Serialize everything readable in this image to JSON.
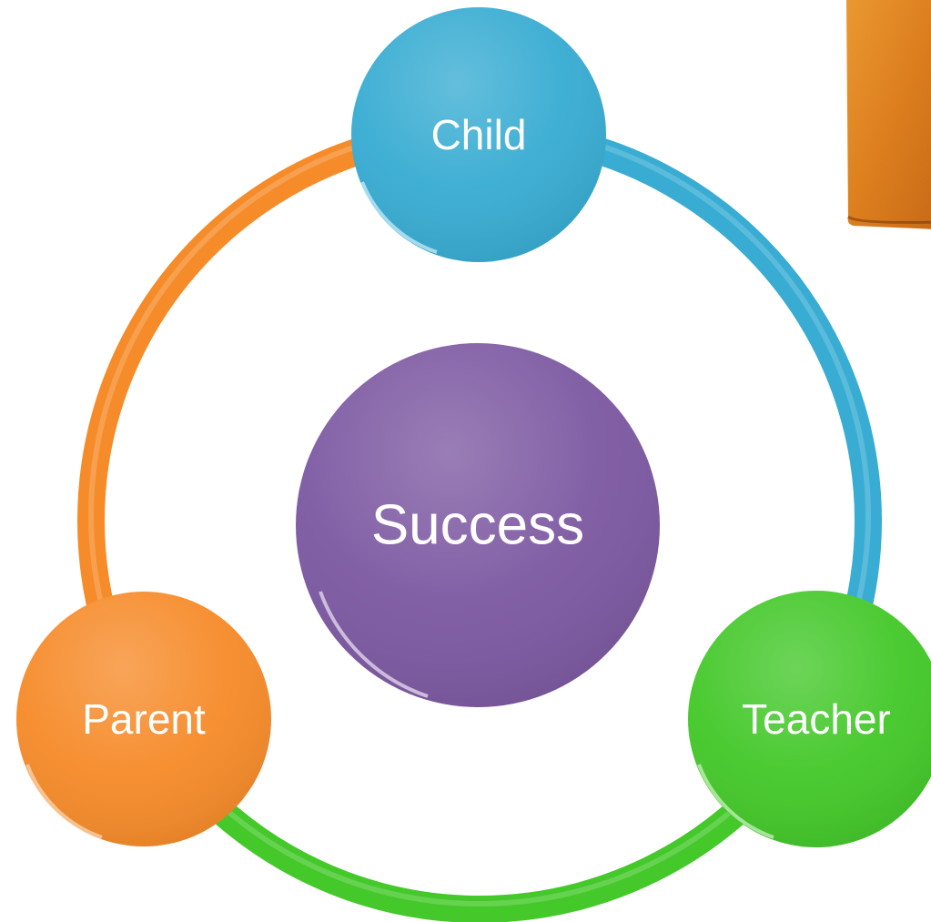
{
  "diagram": {
    "center": {
      "label": "Success",
      "color": "#7d59a2"
    },
    "nodes": [
      {
        "id": "child",
        "label": "Child",
        "color": "#38acd2"
      },
      {
        "id": "teacher",
        "label": "Teacher",
        "color": "#44c82a"
      },
      {
        "id": "parent",
        "label": "Parent",
        "color": "#f68b2a"
      }
    ],
    "ring_segments": [
      {
        "from": "child",
        "to": "teacher",
        "color": "#38acd2"
      },
      {
        "from": "teacher",
        "to": "parent",
        "color": "#44c82a"
      },
      {
        "from": "parent",
        "to": "child",
        "color": "#f68b2a"
      }
    ]
  },
  "photo_fragment": {
    "color": "#e07818"
  }
}
